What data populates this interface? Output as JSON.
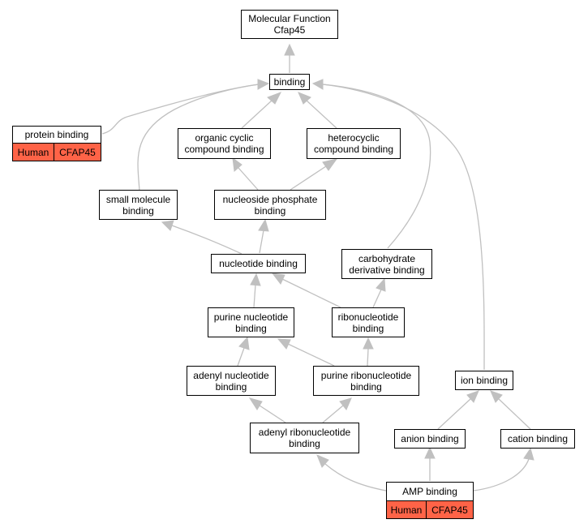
{
  "nodes": {
    "mf": {
      "line1": "Molecular Function",
      "line2": "Cfap45"
    },
    "binding": {
      "line1": "binding"
    },
    "protein_binding": {
      "line1": "protein binding",
      "species": "Human",
      "gene": "CFAP45"
    },
    "organic_cyclic": {
      "line1": "organic cyclic",
      "line2": "compound binding"
    },
    "heterocyclic": {
      "line1": "heterocyclic",
      "line2": "compound binding"
    },
    "small_molecule": {
      "line1": "small molecule",
      "line2": "binding"
    },
    "nucleoside_phosphate": {
      "line1": "nucleoside phosphate",
      "line2": "binding"
    },
    "nucleotide": {
      "line1": "nucleotide binding"
    },
    "carbohydrate": {
      "line1": "carbohydrate",
      "line2": "derivative binding"
    },
    "purine_nucleotide": {
      "line1": "purine nucleotide",
      "line2": "binding"
    },
    "ribonucleotide": {
      "line1": "ribonucleotide",
      "line2": "binding"
    },
    "adenyl_nucleotide": {
      "line1": "adenyl nucleotide",
      "line2": "binding"
    },
    "purine_ribonucleotide": {
      "line1": "purine ribonucleotide",
      "line2": "binding"
    },
    "ion": {
      "line1": "ion binding"
    },
    "adenyl_ribonucleotide": {
      "line1": "adenyl ribonucleotide",
      "line2": "binding"
    },
    "anion": {
      "line1": "anion binding"
    },
    "cation": {
      "line1": "cation binding"
    },
    "amp": {
      "line1": "AMP binding",
      "species": "Human",
      "gene": "CFAP45"
    }
  },
  "colors": {
    "annotation_fill": "#ff6347",
    "edge": "#c0c0c0",
    "border": "#000000"
  }
}
